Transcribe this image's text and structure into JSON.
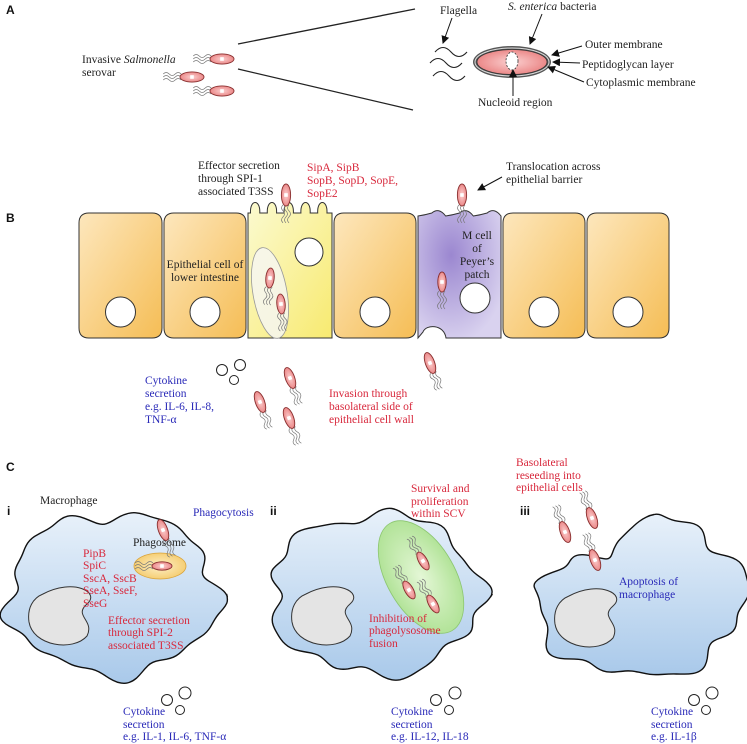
{
  "colors": {
    "epithelial_cell": "#f7c66a",
    "infected_cell": "#fbf38a",
    "m_cell": "#a99bd6",
    "bacterium": "#ee8a8a",
    "macrophage": "#b9d4ef",
    "phagosome": "#f6cf7a",
    "scv": "#b9e6a0",
    "nucleus_macrophage": "#e2e2e2",
    "red_text": "#d8283c",
    "blue_text": "#2a2ab8"
  },
  "panel_a": {
    "label": "A",
    "invasive_prefix": "Invasive ",
    "invasive_italic": "Salmonella",
    "serovar": "serovar",
    "flagella": "Flagella",
    "species_italic": "S. enterica",
    "species_suffix": " bacteria",
    "outer_membrane": "Outer membrane",
    "peptidoglycan": "Peptidoglycan layer",
    "cytoplasmic": "Cytoplasmic membrane",
    "nucleoid": "Nucleoid region"
  },
  "panel_b": {
    "label": "B",
    "effector": [
      "Effector secretion",
      "through SPI-1",
      "associated T3SS"
    ],
    "effectors_list": [
      "SipA, SipB",
      "SopB, SopD, SopE,",
      "SopE2"
    ],
    "translocation": [
      "Translocation across",
      "epithelial barrier"
    ],
    "epithelial": [
      "Epithelial cell of",
      "lower intestine"
    ],
    "m_cell": [
      "M cell",
      "of",
      "Peyer’s",
      "patch"
    ],
    "cytokine": [
      "Cytokine",
      "secretion",
      "e.g. IL-6, IL-8,",
      "TNF-α"
    ],
    "invasion": [
      "Invasion through",
      "basolateral side of",
      "epithelial cell wall"
    ]
  },
  "panel_c": {
    "label": "C",
    "i": {
      "numeral": "i",
      "macrophage": "Macrophage",
      "phagocytosis": "Phagocytosis",
      "phagosome": "Phagosome",
      "effectors_list": [
        "PipB",
        "SpiC",
        "SscA, SscB",
        "SseA, SseF,",
        "SseG"
      ],
      "effector": [
        "Effector secretion",
        "through SPI-2",
        "associated T3SS"
      ],
      "cytokine": [
        "Cytokine",
        "secretion",
        "e.g. IL-1, IL-6, TNF-α"
      ]
    },
    "ii": {
      "numeral": "ii",
      "survival": [
        "Survival and",
        "proliferation",
        "within SCV"
      ],
      "inhibition": [
        "Inhibition of",
        "phagolysosome",
        "fusion"
      ],
      "cytokine": [
        "Cytokine",
        "secretion",
        "e.g. IL-12, IL-18"
      ]
    },
    "iii": {
      "numeral": "iii",
      "reseeding": [
        "Basolateral",
        "reseeding into",
        "epithelial cells"
      ],
      "apoptosis": [
        "Apoptosis of",
        "macrophage"
      ],
      "cytokine": [
        "Cytokine",
        "secretion",
        "e.g. IL-1β"
      ]
    }
  }
}
